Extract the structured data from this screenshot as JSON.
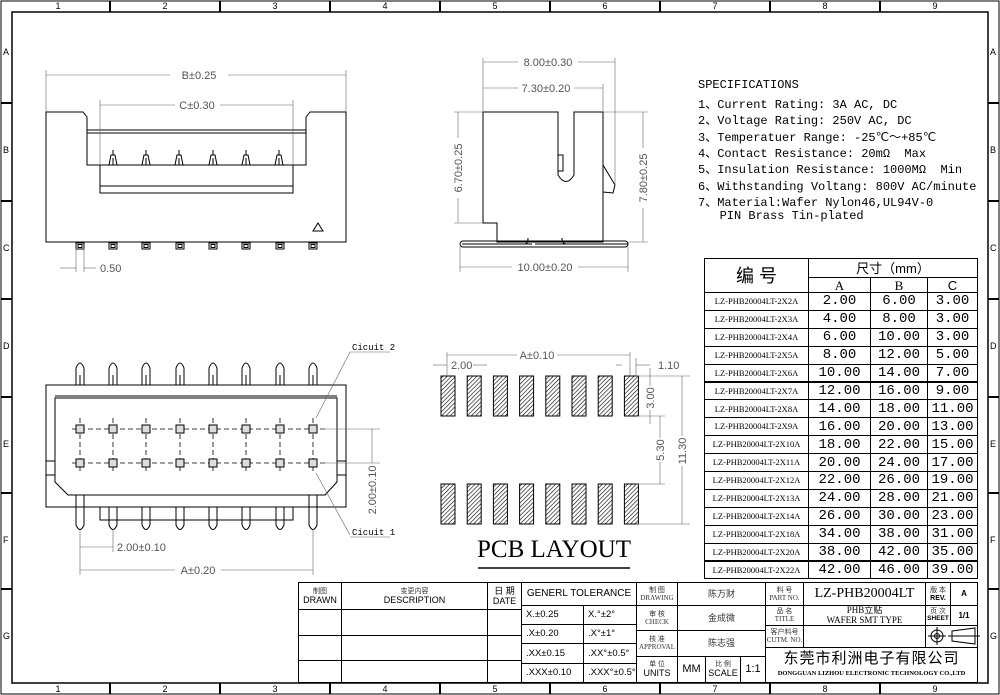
{
  "frame": {
    "columns": [
      "1",
      "2",
      "3",
      "4",
      "5",
      "6",
      "7",
      "8",
      "9"
    ],
    "rows": [
      "A",
      "B",
      "C",
      "D",
      "E",
      "F",
      "G"
    ]
  },
  "views": {
    "front": {
      "dim_b": "B±0.25",
      "dim_c": "C±0.30",
      "dim_pin": "0.50"
    },
    "side": {
      "dim_width_outer": "8.00±0.30",
      "dim_width_inner": "7.30±0.20",
      "dim_height_body": "6.70±0.25",
      "dim_height_total": "7.80±0.25",
      "dim_lead_span": "10.00±0.20"
    },
    "bottom": {
      "circuit2": "Cicuit 2",
      "circuit1": "Cicuit 1",
      "dim_pitch": "2.00±0.10",
      "dim_row_pitch": "2.00±0.10",
      "dim_a": "A±0.20"
    },
    "pcb": {
      "title": "PCB LAYOUT",
      "dim_a": "A±0.10",
      "dim_pitch": "2.00",
      "dim_pad_width": "1.10",
      "dim_pad_length": "3.00",
      "dim_gap": "5.30",
      "dim_total": "11.30"
    }
  },
  "specs": {
    "title": "SPECIFICATIONS",
    "lines": [
      "1、Current Rating: 3A AC, DC",
      "2、Voltage Rating: 250V AC, DC",
      "3、Temperatuer Range: -25℃～+85℃",
      "4、Contact Resistance: 20mΩ  Max",
      "5、Insulation Resistance: 1000MΩ  Min",
      "6、Withstanding Voltang: 800V AC/minute",
      "7、Material:Wafer Nylon46,UL94V-0",
      "   PIN Brass Tin-plated"
    ]
  },
  "size_table": {
    "header_part": "编  号",
    "header_size": "尺寸（mm）",
    "columns": [
      "A",
      "B",
      "C"
    ],
    "rows": [
      [
        "LZ-PHB20004LT-2X2A",
        "2.00",
        "6.00",
        "3.00"
      ],
      [
        "LZ-PHB20004LT-2X3A",
        "4.00",
        "8.00",
        "3.00"
      ],
      [
        "LZ-PHB20004LT-2X4A",
        "6.00",
        "10.00",
        "3.00"
      ],
      [
        "LZ-PHB20004LT-2X5A",
        "8.00",
        "12.00",
        "5.00"
      ],
      [
        "LZ-PHB20004LT-2X6A",
        "10.00",
        "14.00",
        "7.00"
      ],
      [
        "LZ-PHB20004LT-2X7A",
        "12.00",
        "16.00",
        "9.00"
      ],
      [
        "LZ-PHB20004LT-2X8A",
        "14.00",
        "18.00",
        "11.00"
      ],
      [
        "LZ-PHB20004LT-2X9A",
        "16.00",
        "20.00",
        "13.00"
      ],
      [
        "LZ-PHB20004LT-2X10A",
        "18.00",
        "22.00",
        "15.00"
      ],
      [
        "LZ-PHB20004LT-2X11A",
        "20.00",
        "24.00",
        "17.00"
      ],
      [
        "LZ-PHB20004LT-2X12A",
        "22.00",
        "26.00",
        "19.00"
      ],
      [
        "LZ-PHB20004LT-2X13A",
        "24.00",
        "28.00",
        "21.00"
      ],
      [
        "LZ-PHB20004LT-2X14A",
        "26.00",
        "30.00",
        "23.00"
      ],
      [
        "LZ-PHB20004LT-2X18A",
        "34.00",
        "38.00",
        "31.00"
      ],
      [
        "LZ-PHB20004LT-2X20A",
        "38.00",
        "42.00",
        "35.00"
      ],
      [
        "LZ-PHB20004LT-2X22A",
        "42.00",
        "46.00",
        "39.00"
      ]
    ]
  },
  "title_block": {
    "drawn_cn": "制图",
    "drawn_en": "DRAWN",
    "desc_cn": "变更内容",
    "desc_en": "DESCRIPTION",
    "date_cn": "日 期",
    "date_en": "DATE",
    "tolerance_title": "GENERL  TOLERANCE",
    "tolerances": [
      [
        "X.±0.25",
        "X.°±2°"
      ],
      [
        ".X±0.20",
        ".X°±1°"
      ],
      [
        ".XX±0.15",
        ".XX°±0.5°"
      ],
      [
        ".XXX±0.10",
        ".XXX°±0.5°"
      ]
    ],
    "drawing_cn": "制 图",
    "drawing_en": "DRAWING",
    "drawing_name": "陈万财",
    "check_cn": "审 核",
    "check_en": "CHECK",
    "check_name": "金成微",
    "approval_cn": "核 准",
    "approval_en": "APPROVAL",
    "approval_name": "陈志强",
    "units_cn": "单 位",
    "units_en": "UNITS",
    "units_value": "MM",
    "scale_cn": "比 例",
    "scale_en": "SCALE",
    "scale_value": "1:1",
    "partno_cn": "料 号",
    "partno_en": "PART NO.",
    "partno_value": "LZ-PHB20004LT",
    "rev_cn": "版 本",
    "rev_en": "REV.",
    "rev_value": "A",
    "title_cn": "品 名",
    "title_en": "TITLE",
    "title_value_cn": "PHB立贴",
    "title_value_en": "WAFER SMT TYPE",
    "sheet_cn": "页 次",
    "sheet_en": "SHEET",
    "sheet_value": "1/1",
    "cutm_cn": "客户料号",
    "cutm_en": "CUTM. NO.",
    "company_cn": "东莞市利洲电子有限公司",
    "company_en": "DONGGUAN LIZHOU ELECTRONIC TECHNOLOGY CO.,LTD"
  }
}
